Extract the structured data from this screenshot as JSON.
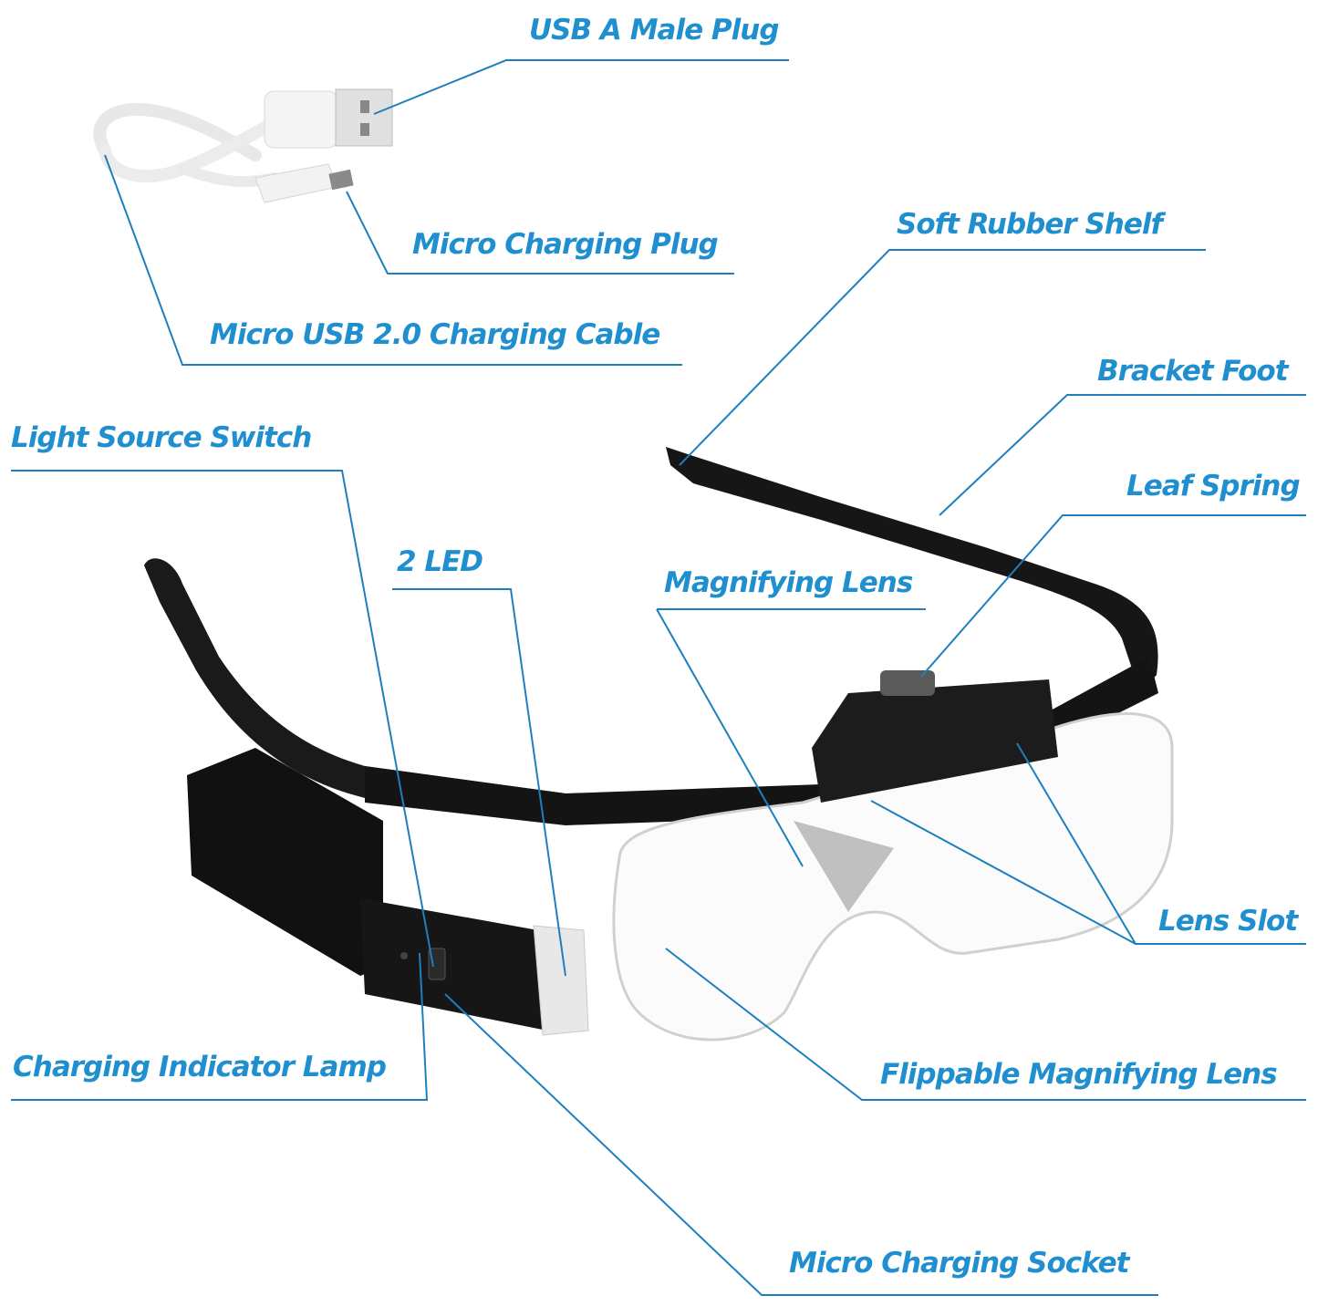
{
  "colors": {
    "accent": "#1f8fcf",
    "line": "#1e7fbf",
    "frame": "#1a1a1a",
    "cable": "#f2f2f2"
  },
  "labels": {
    "usb_a_male_plug": "USB A Male Plug",
    "micro_charging_plug": "Micro Charging Plug",
    "micro_usb_cable": "Micro USB 2.0 Charging Cable",
    "soft_rubber_shelf": "Soft Rubber Shelf",
    "bracket_foot": "Bracket Foot",
    "leaf_spring": "Leaf Spring",
    "light_source_switch": "Light Source Switch",
    "two_led": "2 LED",
    "magnifying_lens": "Magnifying Lens",
    "lens_slot": "Lens Slot",
    "charging_indicator_lamp": "Charging Indicator Lamp",
    "flippable_magnifying_lens": "Flippable Magnifying Lens",
    "micro_charging_socket": "Micro Charging Socket"
  }
}
